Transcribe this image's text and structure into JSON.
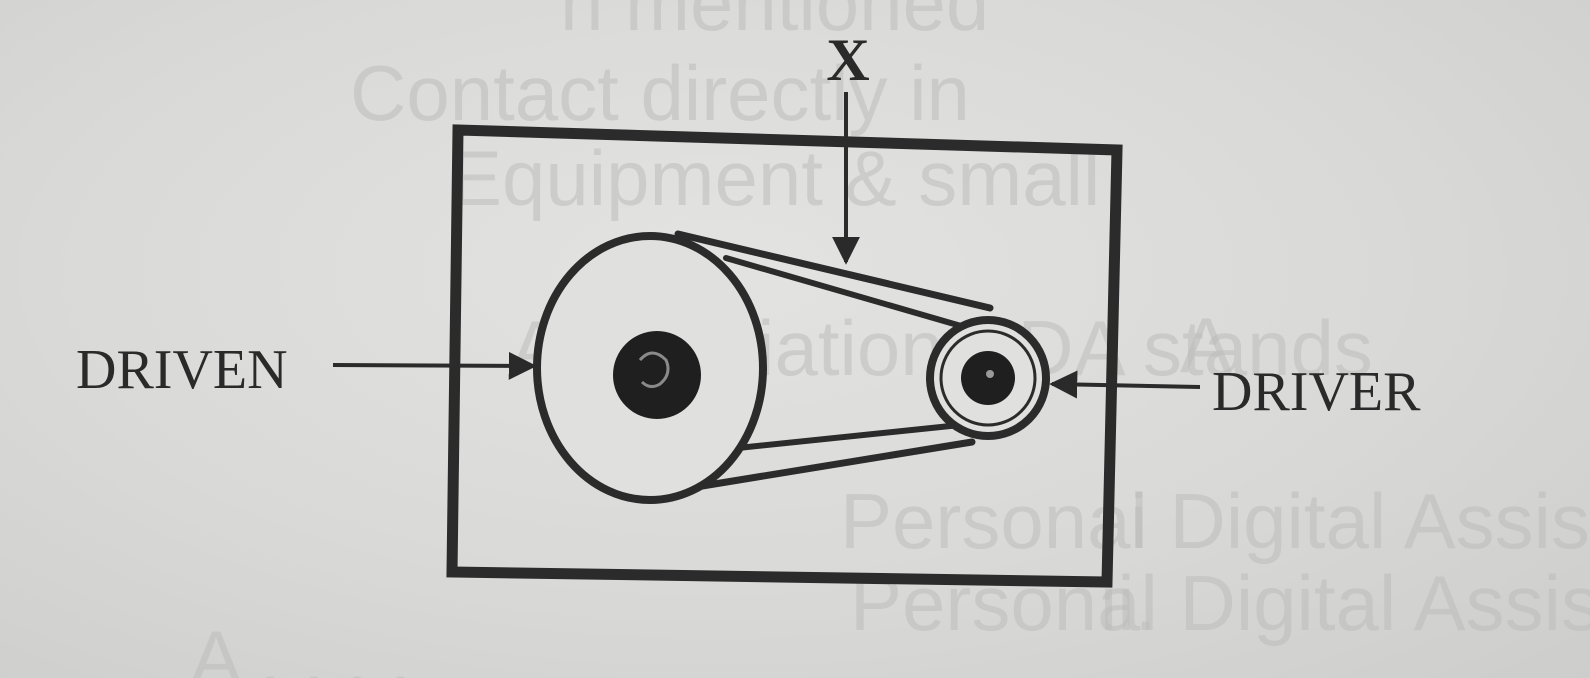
{
  "diagram": {
    "labels": {
      "top": "X",
      "left": "DRIVEN",
      "right": "DRIVER"
    },
    "ghost_text": [
      "n mentioned",
      "Contact directly in",
      "Equipment & small",
      "Abbreviation PDA stands",
      "Personal Digital Assistance.",
      "Personal Digital Assistant",
      "A",
      "i",
      "ii.",
      "A  ,  ,  ,  ,"
    ]
  }
}
